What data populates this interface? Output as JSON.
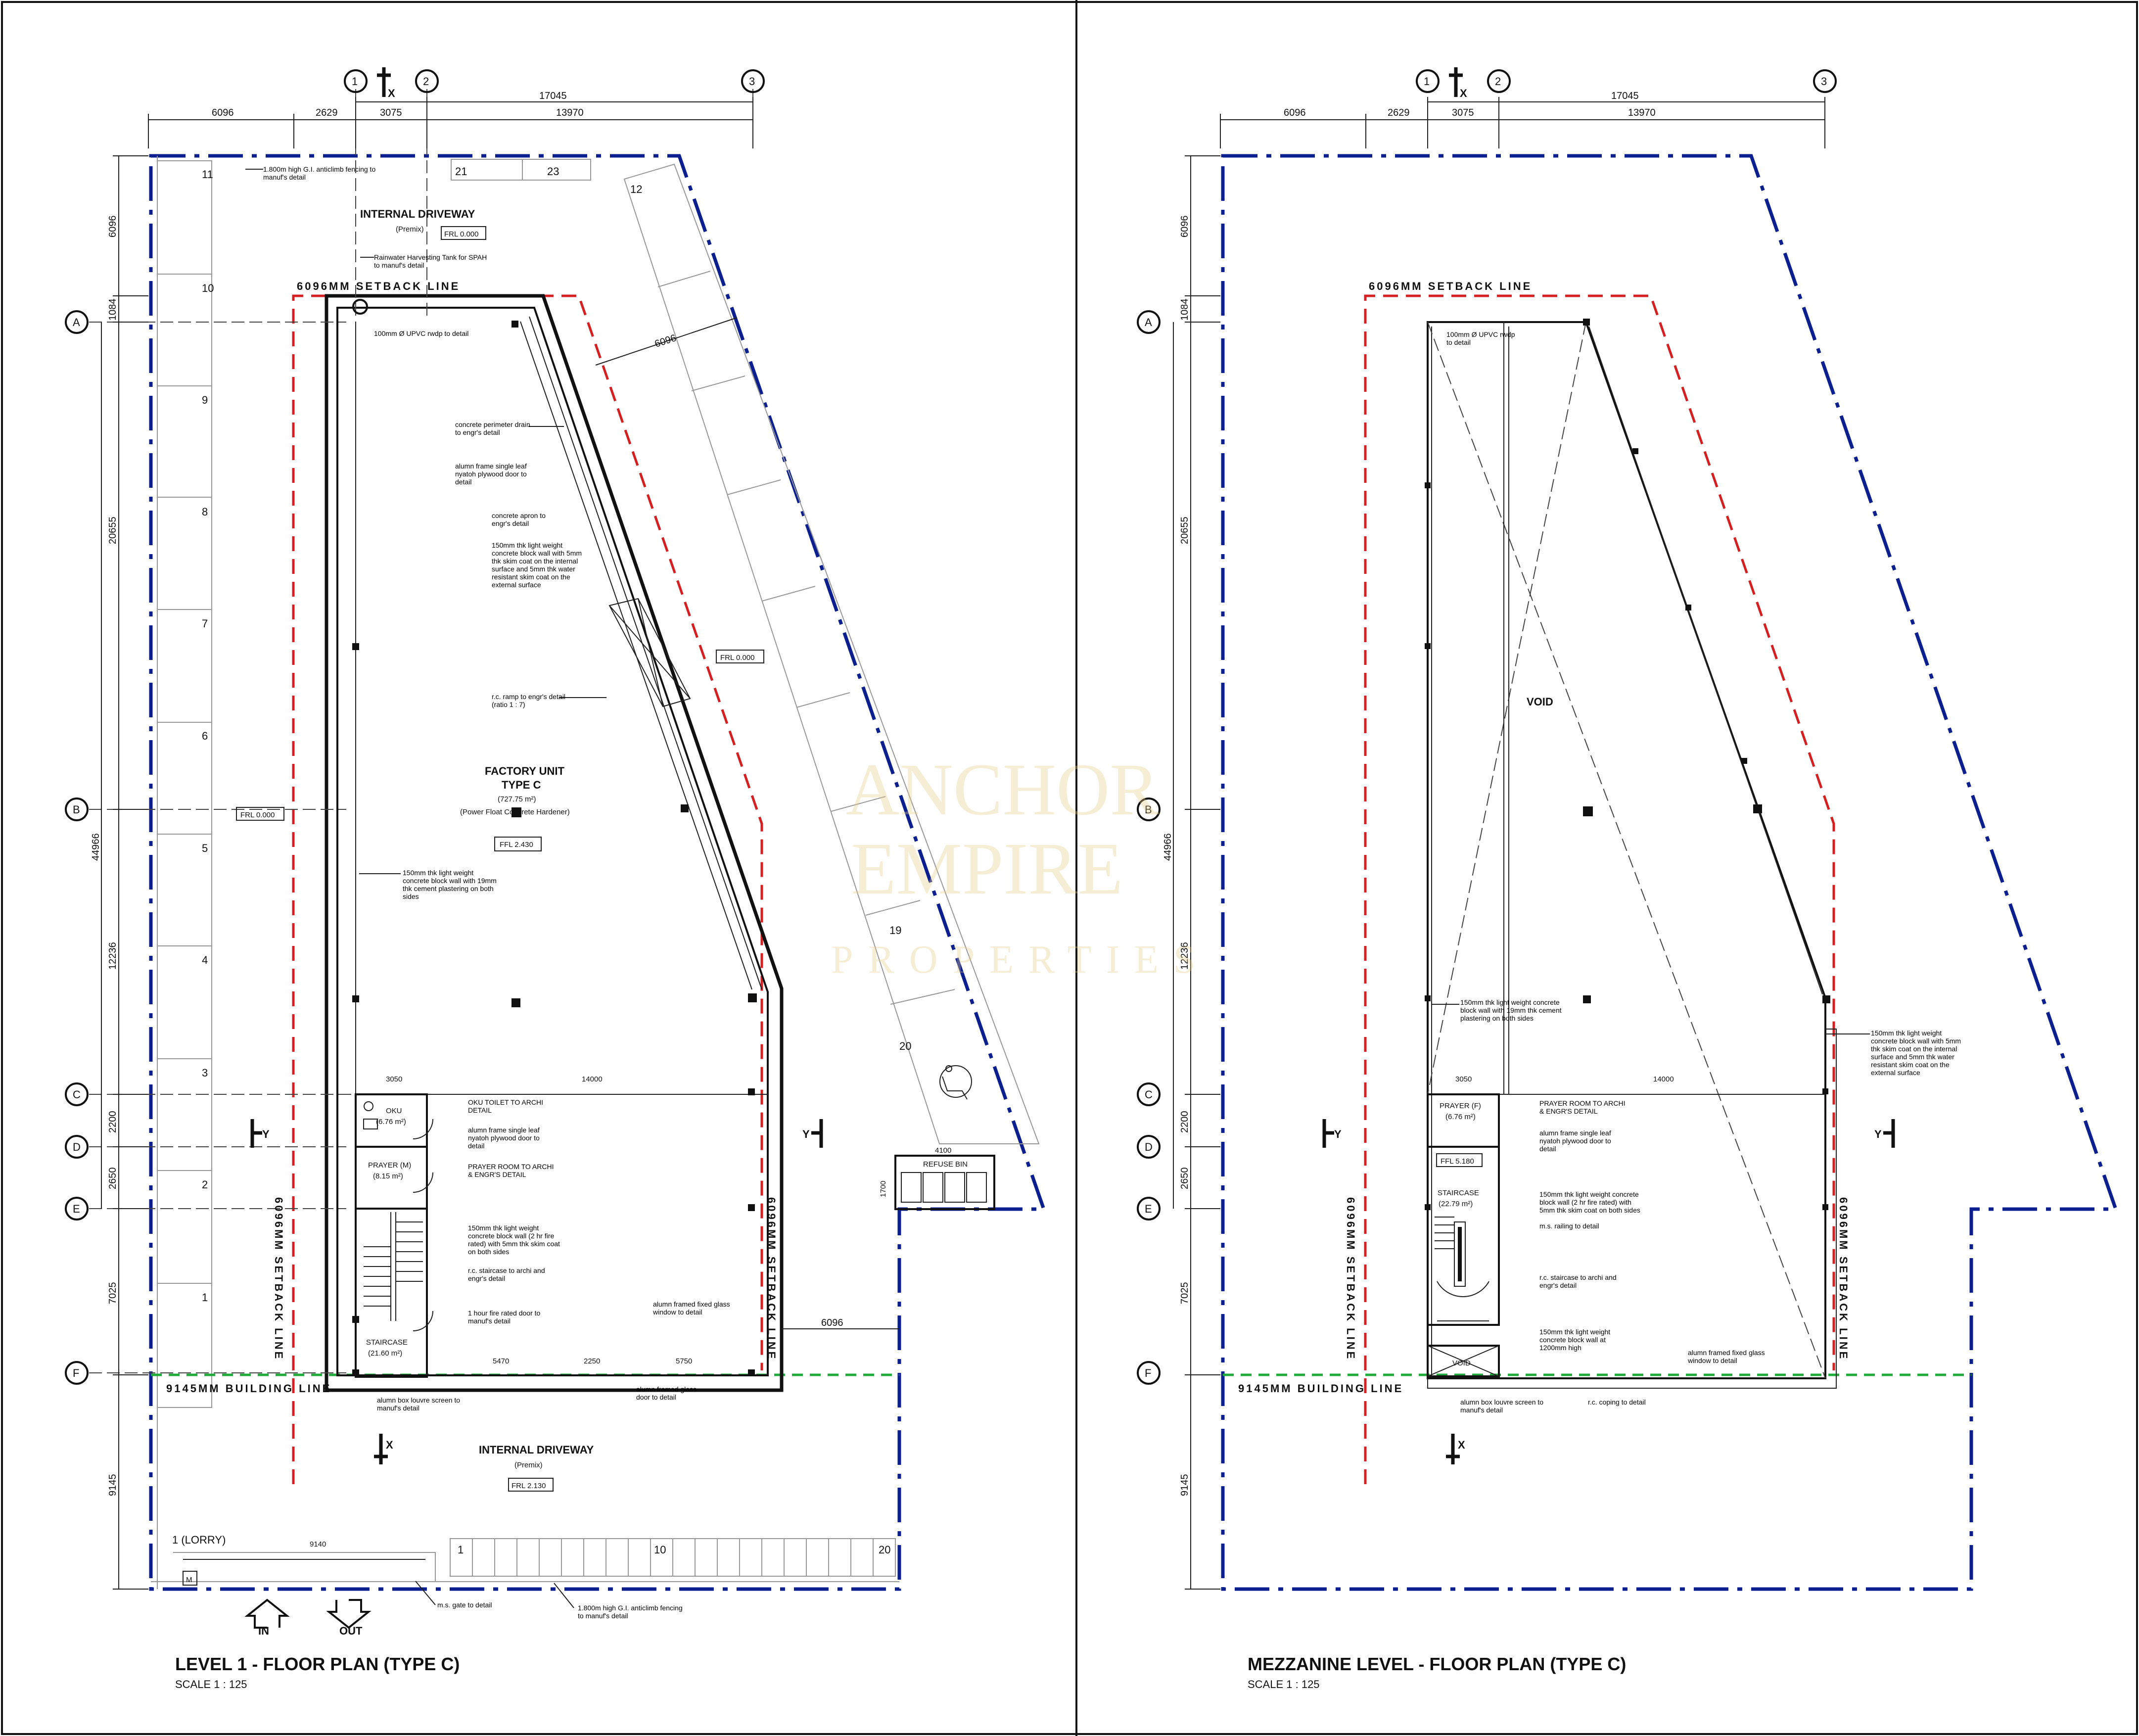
{
  "level1": {
    "title": "LEVEL 1 - FLOOR PLAN (TYPE C)",
    "scale": "SCALE 1 : 125",
    "grid_cols": [
      "1",
      "2",
      "3"
    ],
    "grid_rows": [
      "A",
      "B",
      "C",
      "D",
      "E",
      "F"
    ],
    "top_dims": [
      "6096",
      "2629",
      "3075",
      "13970"
    ],
    "top_dim_total": "17045",
    "side_dims": [
      "6096",
      "1084",
      "20655",
      "12236",
      "2200",
      "2650",
      "7025",
      "9145"
    ],
    "side_dim_total": "44966",
    "setback_top": "6096MM SETBACK LINE",
    "setback_left": "6096MM SETBACK LINE",
    "setback_right": "6096MM SETBACK LINE",
    "building_line": "9145MM BUILDING LINE",
    "driveway_top": "INTERNAL DRIVEWAY",
    "driveway_top_sub": "(Premix)",
    "frl_top": "FRL 0.000",
    "frl_left": "FRL 0.000",
    "frl_right": "FRL 0.000",
    "driveway_bottom": "INTERNAL DRIVEWAY",
    "driveway_bottom_sub": "(Premix)",
    "frl_bottom": "FRL 2.130",
    "factory_title": "FACTORY UNIT",
    "factory_type": "TYPE C",
    "factory_area": "(727.75 m²)",
    "factory_floor": "(Power Float Concrete Hardener)",
    "ffl": "FFL 2.430",
    "oku": "OKU",
    "oku_area": "(6.76 m²)",
    "prayer": "PRAYER (M)",
    "prayer_area": "(8.15 m²)",
    "staircase": "STAIRCASE",
    "staircase_area": "(21.60 m²)",
    "refuse": "REFUSE BIN",
    "refuse_w": "4100",
    "refuse_h": "1700",
    "dim_3050": "3050",
    "dim_14000": "14000",
    "dim_5470": "5470",
    "dim_2250": "2250",
    "dim_5750": "5750",
    "dim_6096_right": "6096",
    "dim_6096_diag": "6096",
    "dim_9140": "9140",
    "lorry": "1 (LORRY)",
    "in": "IN",
    "out": "OUT",
    "marker_m": "M",
    "left_lots": [
      "11",
      "10",
      "9",
      "8",
      "7",
      "6",
      "5",
      "4",
      "3",
      "2",
      "1"
    ],
    "top_lots": [
      "21",
      "23"
    ],
    "diag_lots": [
      "12",
      "19",
      "20"
    ],
    "bottom_lots": [
      "1",
      "10",
      "20"
    ],
    "section_x": "X",
    "section_y": "Y",
    "notes": {
      "fence_top": "1.800m high G.I. anticlimb fencing to manuf's detail",
      "rainwater": "Rainwater Harvesting Tank for SPAH to manuf's detail",
      "rwdp": "100mm Ø UPVC rwdp to detail",
      "drain": "concrete perimeter drain to engr's detail",
      "door_single": "alumn frame single leaf nyatoh plywood door to detail",
      "apron": "concrete apron to engr's detail",
      "wall_150": "150mm thk light weight concrete block wall with 5mm thk skim coat on the internal surface and 5mm thk water resistant skim coat on the external surface",
      "ramp": "r.c. ramp to engr's detail (ratio 1 : 7)",
      "wall_plaster": "150mm thk light weight concrete block wall with 19mm thk cement plastering on both sides",
      "oku_toilet": "OKU TOILET TO ARCHI DETAIL",
      "door_single_2": "alumn frame single leaf nyatoh plywood door to detail",
      "prayer_room": "PRAYER ROOM TO ARCHI & ENGR'S DETAIL",
      "wall_fire": "150mm thk light weight concrete block wall (2 hr fire rated) with 5mm thk skim coat on both sides",
      "staircase_note": "r.c. staircase to archi and engr's detail",
      "fire_door": "1 hour fire rated door to manuf's detail",
      "glass_window": "alumn framed fixed glass window to detail",
      "louvre": "alumn box louvre screen to manuf's detail",
      "glass_door": "alumn framed glass door to detail",
      "gate": "m.s. gate to detail",
      "fence_bottom": "1.800m high G.I. anticlimb fencing to manuf's detail"
    }
  },
  "mezz": {
    "title": "MEZZANINE LEVEL - FLOOR PLAN (TYPE C)",
    "scale": "SCALE 1 : 125",
    "grid_cols": [
      "1",
      "2",
      "3"
    ],
    "grid_rows": [
      "A",
      "B",
      "C",
      "D",
      "E",
      "F"
    ],
    "top_dims": [
      "6096",
      "2629",
      "3075",
      "13970"
    ],
    "top_dim_total": "17045",
    "side_dims": [
      "6096",
      "1084",
      "20655",
      "12236",
      "2200",
      "2650",
      "7025",
      "9145"
    ],
    "side_dim_total": "44966",
    "setback_top": "6096MM SETBACK LINE",
    "setback_left": "6096MM SETBACK LINE",
    "setback_right": "6096MM SETBACK LINE",
    "building_line": "9145MM BUILDING LINE",
    "void": "VOID",
    "void_small": "VOID",
    "prayer": "PRAYER (F)",
    "prayer_area": "(6.76 m²)",
    "ffl": "FFL 5.180",
    "staircase": "STAIRCASE",
    "staircase_area": "(22.79 m²)",
    "dim_3050": "3050",
    "dim_14000": "14000",
    "section_x": "X",
    "section_y": "Y",
    "notes": {
      "rwdp": "100mm Ø UPVC rwdp to detail",
      "wall_plaster": "150mm thk light weight concrete block wall with 19mm thk cement plastering on both sides",
      "wall_skim": "150mm thk light weight concrete block wall with 5mm thk skim coat on the internal surface and 5mm thk water resistant skim coat on the external surface",
      "prayer_room": "PRAYER ROOM TO ARCHI & ENGR'S DETAIL",
      "door_single": "alumn frame single leaf nyatoh plywood door to detail",
      "wall_fire": "150mm thk light weight concrete block wall (2 hr fire rated) with 5mm thk skim coat on both sides",
      "railing": "m.s. railing to detail",
      "staircase_note": "r.c. staircase to archi and engr's detail",
      "wall_1200": "150mm thk light weight concrete block wall at 1200mm high",
      "glass_window": "alumn framed fixed glass window to detail",
      "louvre": "alumn box louvre screen to manuf's detail",
      "coping": "r.c. coping to detail"
    }
  },
  "watermark": {
    "line1": "ANCHOR",
    "line2": "EMPIRE",
    "line3": "PROPERTIES"
  }
}
